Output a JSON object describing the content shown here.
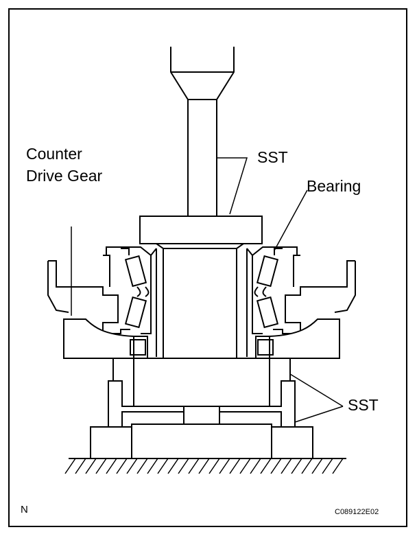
{
  "labels": {
    "counter_drive_gear_line1": "Counter",
    "counter_drive_gear_line2": "Drive Gear",
    "sst_top": "SST",
    "bearing": "Bearing",
    "sst_bottom": "SST",
    "orientation_mark": "N",
    "figure_code": "C089122E02"
  }
}
